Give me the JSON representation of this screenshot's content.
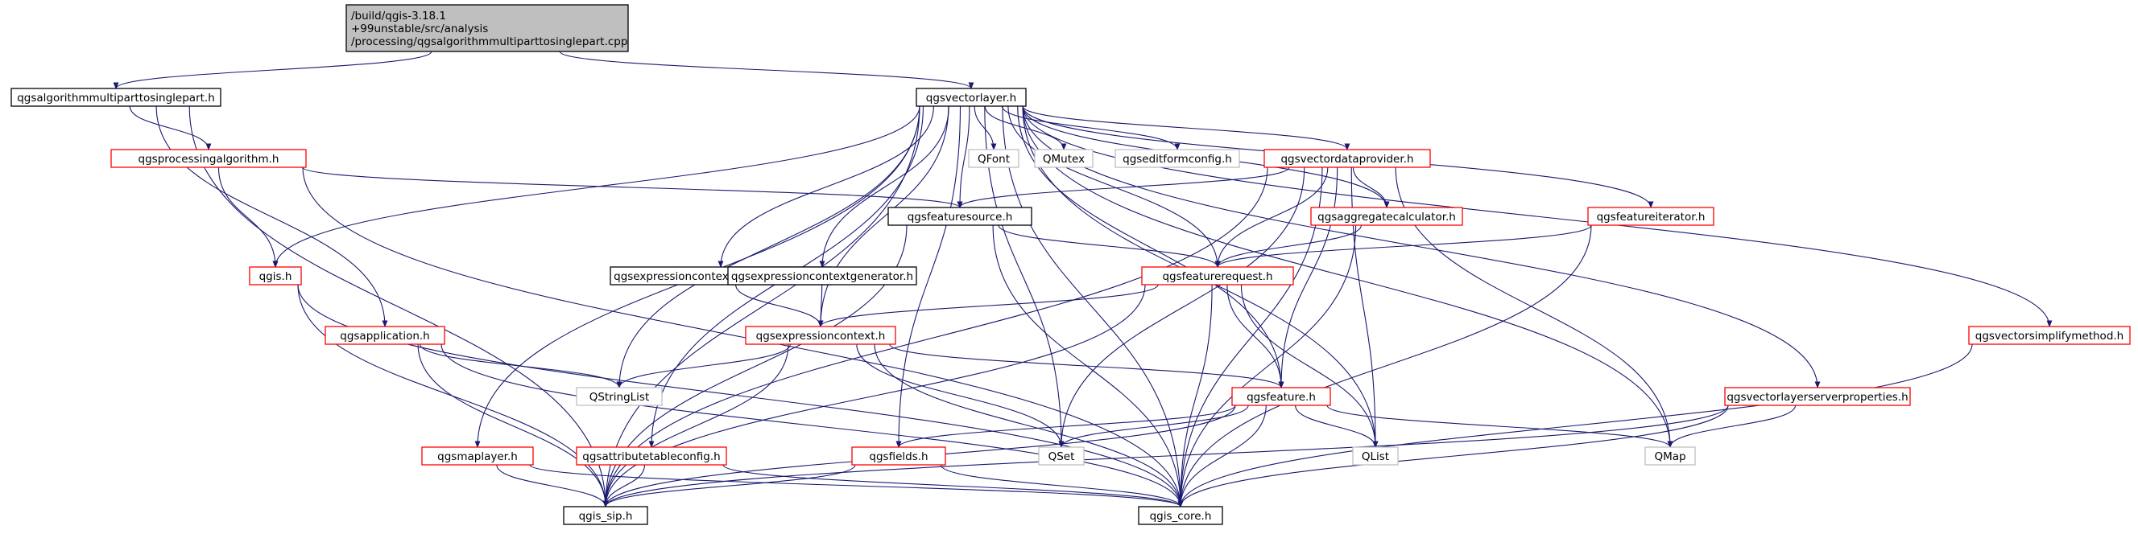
{
  "colors": {
    "root_fill": "#bfbfbf",
    "root_border": "#000000",
    "documented_border": "#000000",
    "partial_border": "#ff0000",
    "external_border": "#bfbfbf",
    "edge": "#191970"
  },
  "nodes": [
    {
      "id": "root",
      "kind": "root",
      "lines": [
        "/build/qgis-3.18.1",
        "+99unstable/src/analysis",
        "/processing/qgsalgorithmmultiparttosinglepart.cpp"
      ]
    },
    {
      "id": "algo",
      "kind": "documented",
      "lines": [
        "qgsalgorithmmultiparttosinglepart.h"
      ]
    },
    {
      "id": "vl",
      "kind": "documented",
      "lines": [
        "qgsvectorlayer.h"
      ]
    },
    {
      "id": "procalg",
      "kind": "partial",
      "lines": [
        "qgsprocessingalgorithm.h"
      ]
    },
    {
      "id": "qfont",
      "kind": "external",
      "lines": [
        "QFont"
      ]
    },
    {
      "id": "qmutex",
      "kind": "external",
      "lines": [
        "QMutex"
      ]
    },
    {
      "id": "editform",
      "kind": "external",
      "lines": [
        "qgseditformconfig.h"
      ]
    },
    {
      "id": "vdp",
      "kind": "partial",
      "lines": [
        "qgsvectordataprovider.h"
      ]
    },
    {
      "id": "fsrc",
      "kind": "documented",
      "lines": [
        "qgsfeaturesource.h"
      ]
    },
    {
      "id": "aggcalc",
      "kind": "partial",
      "lines": [
        "qgsaggregatecalculator.h"
      ]
    },
    {
      "id": "fiter",
      "kind": "partial",
      "lines": [
        "qgsfeatureiterator.h"
      ]
    },
    {
      "id": "qgis",
      "kind": "partial",
      "lines": [
        "qgis.h"
      ]
    },
    {
      "id": "ecsg",
      "kind": "documented",
      "lines": [
        "qgsexpressioncontextscopegenerator.h"
      ]
    },
    {
      "id": "ecg",
      "kind": "documented",
      "lines": [
        "qgsexpressioncontextgenerator.h"
      ]
    },
    {
      "id": "freq",
      "kind": "partial",
      "lines": [
        "qgsfeaturerequest.h"
      ]
    },
    {
      "id": "simplify",
      "kind": "partial",
      "lines": [
        "qgsvectorsimplifymethod.h"
      ]
    },
    {
      "id": "app",
      "kind": "partial",
      "lines": [
        "qgsapplication.h"
      ]
    },
    {
      "id": "expctx",
      "kind": "partial",
      "lines": [
        "qgsexpressioncontext.h"
      ]
    },
    {
      "id": "feature",
      "kind": "partial",
      "lines": [
        "qgsfeature.h"
      ]
    },
    {
      "id": "vlsp",
      "kind": "partial",
      "lines": [
        "qgsvectorlayerserverproperties.h"
      ]
    },
    {
      "id": "qstrlist",
      "kind": "external",
      "lines": [
        "QStringList"
      ]
    },
    {
      "id": "maplayer",
      "kind": "partial",
      "lines": [
        "qgsmaplayer.h"
      ]
    },
    {
      "id": "attrtbl",
      "kind": "partial",
      "lines": [
        "qgsattributetableconfig.h"
      ]
    },
    {
      "id": "fields",
      "kind": "partial",
      "lines": [
        "qgsfields.h"
      ]
    },
    {
      "id": "qset",
      "kind": "external",
      "lines": [
        "QSet"
      ]
    },
    {
      "id": "qlist",
      "kind": "external",
      "lines": [
        "QList"
      ]
    },
    {
      "id": "qmap",
      "kind": "external",
      "lines": [
        "QMap"
      ]
    },
    {
      "id": "sip",
      "kind": "documented",
      "lines": [
        "qgis_sip.h"
      ]
    },
    {
      "id": "core",
      "kind": "documented",
      "lines": [
        "qgis_core.h"
      ]
    }
  ],
  "edges": [
    [
      "root",
      "algo"
    ],
    [
      "root",
      "vl"
    ],
    [
      "algo",
      "procalg"
    ],
    [
      "algo",
      "app"
    ],
    [
      "algo",
      "sip"
    ],
    [
      "vl",
      "qfont"
    ],
    [
      "vl",
      "qmutex"
    ],
    [
      "vl",
      "editform"
    ],
    [
      "vl",
      "vdp"
    ],
    [
      "vl",
      "fsrc"
    ],
    [
      "vl",
      "aggcalc"
    ],
    [
      "vl",
      "fiter"
    ],
    [
      "vl",
      "qgis"
    ],
    [
      "vl",
      "ecsg"
    ],
    [
      "vl",
      "ecg"
    ],
    [
      "vl",
      "freq"
    ],
    [
      "vl",
      "simplify"
    ],
    [
      "vl",
      "expctx"
    ],
    [
      "vl",
      "feature"
    ],
    [
      "vl",
      "vlsp"
    ],
    [
      "vl",
      "qstrlist"
    ],
    [
      "vl",
      "maplayer"
    ],
    [
      "vl",
      "attrtbl"
    ],
    [
      "vl",
      "fields"
    ],
    [
      "vl",
      "qset"
    ],
    [
      "vl",
      "qlist"
    ],
    [
      "vl",
      "qmap"
    ],
    [
      "vl",
      "sip"
    ],
    [
      "vl",
      "core"
    ],
    [
      "procalg",
      "qgis"
    ],
    [
      "procalg",
      "fsrc"
    ],
    [
      "procalg",
      "core"
    ],
    [
      "vdp",
      "fsrc"
    ],
    [
      "vdp",
      "aggcalc"
    ],
    [
      "vdp",
      "freq"
    ],
    [
      "vdp",
      "feature"
    ],
    [
      "vdp",
      "qset"
    ],
    [
      "vdp",
      "qlist"
    ],
    [
      "vdp",
      "qmap"
    ],
    [
      "vdp",
      "sip"
    ],
    [
      "vdp",
      "core"
    ],
    [
      "fsrc",
      "freq"
    ],
    [
      "fsrc",
      "sip"
    ],
    [
      "fsrc",
      "core"
    ],
    [
      "aggcalc",
      "freq"
    ],
    [
      "aggcalc",
      "core"
    ],
    [
      "fiter",
      "freq"
    ],
    [
      "fiter",
      "core"
    ],
    [
      "qgis",
      "sip"
    ],
    [
      "qgis",
      "core"
    ],
    [
      "ecsg",
      "expctx"
    ],
    [
      "ecg",
      "expctx"
    ],
    [
      "freq",
      "expctx"
    ],
    [
      "freq",
      "feature"
    ],
    [
      "freq",
      "qlist"
    ],
    [
      "freq",
      "sip"
    ],
    [
      "freq",
      "core"
    ],
    [
      "simplify",
      "core"
    ],
    [
      "app",
      "qstrlist"
    ],
    [
      "app",
      "sip"
    ],
    [
      "app",
      "core"
    ],
    [
      "expctx",
      "qstrlist"
    ],
    [
      "expctx",
      "feature"
    ],
    [
      "expctx",
      "qset"
    ],
    [
      "expctx",
      "sip"
    ],
    [
      "expctx",
      "core"
    ],
    [
      "feature",
      "fields"
    ],
    [
      "feature",
      "qset"
    ],
    [
      "feature",
      "qlist"
    ],
    [
      "feature",
      "qmap"
    ],
    [
      "feature",
      "sip"
    ],
    [
      "feature",
      "core"
    ],
    [
      "vlsp",
      "qmap"
    ],
    [
      "vlsp",
      "sip"
    ],
    [
      "vlsp",
      "core"
    ],
    [
      "maplayer",
      "sip"
    ],
    [
      "maplayer",
      "core"
    ],
    [
      "attrtbl",
      "sip"
    ],
    [
      "attrtbl",
      "core"
    ],
    [
      "fields",
      "sip"
    ],
    [
      "fields",
      "core"
    ]
  ]
}
